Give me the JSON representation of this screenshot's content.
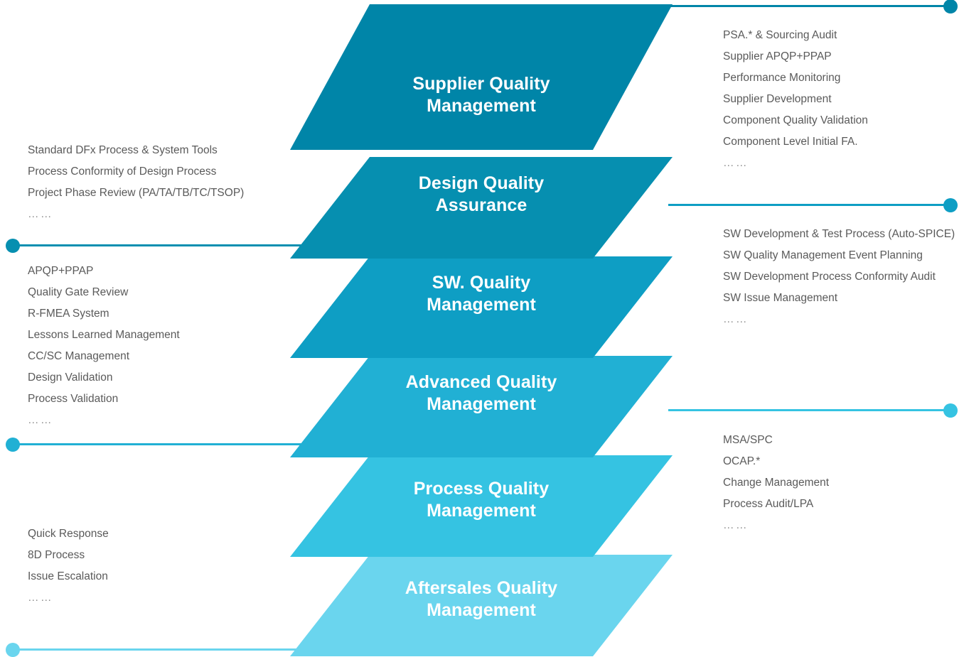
{
  "diagram": {
    "title_semantic": "quality-management-layered-parallelogram-diagram",
    "bands": [
      {
        "id": "supplier-quality-management",
        "title": "Supplier Quality\nManagement",
        "color": "#0085a8"
      },
      {
        "id": "design-quality-assurance",
        "title": "Design Quality\nAssurance",
        "color": "#068fb0"
      },
      {
        "id": "sw-quality-management",
        "title": "SW. Quality\nManagement",
        "color": "#0e9ec4"
      },
      {
        "id": "advanced-quality-management",
        "title": "Advanced Quality\nManagement",
        "color": "#21b0d4"
      },
      {
        "id": "process-quality-management",
        "title": "Process Quality\nManagement",
        "color": "#35c3e2"
      },
      {
        "id": "aftersales-quality-management",
        "title": "Aftersales Quality\nManagement",
        "color": "#6ad5ee"
      }
    ],
    "lists": [
      {
        "id": "design-quality-assurance-details",
        "side": "left",
        "items": [
          "Standard DFx Process & System Tools",
          "Process Conformity of Design Process",
          "Project Phase Review (PA/TA/TB/TC/TSOP)",
          "……"
        ]
      },
      {
        "id": "advanced-quality-management-details",
        "side": "left",
        "items": [
          "APQP+PPAP",
          "Quality Gate Review",
          "R-FMEA System",
          "Lessons Learned Management",
          "CC/SC Management",
          "Design Validation",
          "Process Validation",
          "……"
        ]
      },
      {
        "id": "aftersales-quality-management-details",
        "side": "left",
        "items": [
          "Quick Response",
          "8D Process",
          "Issue Escalation",
          "……"
        ]
      },
      {
        "id": "supplier-quality-management-details",
        "side": "right",
        "items": [
          "PSA.* & Sourcing Audit",
          "Supplier APQP+PPAP",
          "Performance Monitoring",
          "Supplier Development",
          "Component Quality Validation",
          "Component Level Initial FA.",
          "……"
        ]
      },
      {
        "id": "sw-quality-management-details",
        "side": "right",
        "items": [
          "SW Development & Test Process (Auto-SPICE)",
          "SW Quality Management Event Planning",
          "SW Development Process Conformity Audit",
          "SW Issue Management",
          "……"
        ]
      },
      {
        "id": "process-quality-management-details",
        "side": "right",
        "items": [
          "MSA/SPC",
          "OCAP.*",
          "Change Management",
          "Process Audit/LPA",
          "……"
        ]
      }
    ],
    "connectors": [
      {
        "id": "connector-supplier-right",
        "side": "right",
        "color": "#0085a8"
      },
      {
        "id": "connector-design-left",
        "side": "left",
        "color": "#068fb0"
      },
      {
        "id": "connector-sw-right",
        "side": "right",
        "color": "#0e9ec4"
      },
      {
        "id": "connector-advanced-left",
        "side": "left",
        "color": "#21b0d4"
      },
      {
        "id": "connector-process-right",
        "side": "right",
        "color": "#35c3e2"
      },
      {
        "id": "connector-aftersales-left",
        "side": "left",
        "color": "#6ad5ee"
      }
    ],
    "palette": {
      "text_gray": "#5a5a5a",
      "ellipsis_gray": "#8d8d8d",
      "band_text": "#ffffff",
      "background": "#ffffff"
    }
  }
}
